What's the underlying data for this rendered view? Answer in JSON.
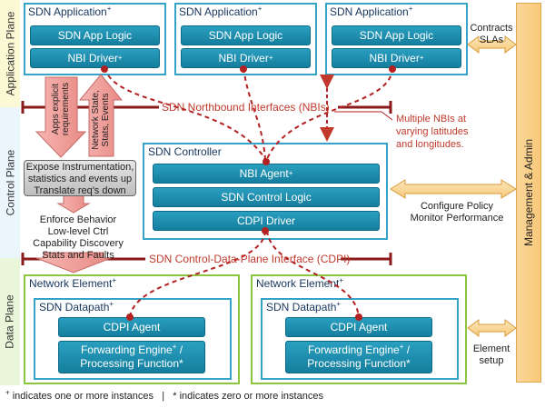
{
  "planes": {
    "application": "Application Plane",
    "control": "Control Plane",
    "data": "Data Plane"
  },
  "apps": [
    {
      "title": "SDN Application",
      "logic": "SDN App Logic",
      "driver": "NBI Driver"
    },
    {
      "title": "SDN Application",
      "logic": "SDN App Logic",
      "driver": "NBI Driver"
    },
    {
      "title": "SDN Application",
      "logic": "SDN App Logic",
      "driver": "NBI Driver"
    }
  ],
  "nbi_label": "SDN Northbound Interfaces (NBIs)",
  "nbi_note": [
    "Multiple NBIs at",
    "varying latitudes",
    "and longitudes."
  ],
  "arrows": {
    "left_down": [
      "Apps explicit",
      "requirements"
    ],
    "left_up": [
      "Network State,",
      "Stats, Events"
    ]
  },
  "controller": {
    "title": "SDN Controller",
    "agent": "NBI Agent",
    "logic": "SDN Control Logic",
    "driver": "CDPI Driver"
  },
  "expose_box": [
    "Expose Instrumentation,",
    "statistics and events up",
    "Translate req's down"
  ],
  "enforce_lines": [
    "Enforce Behavior",
    "Low-level Ctrl",
    "Capability Discovery",
    "Stats and Faults"
  ],
  "cdpi_label": "SDN Control-Data-Plane Interface (CDPI)",
  "network_elements": [
    {
      "title": "Network Element",
      "datapath": "SDN Datapath",
      "agent": "CDPI Agent",
      "engine": [
        "Forwarding Engine",
        "/",
        "Processing Function",
        "*"
      ]
    },
    {
      "title": "Network Element",
      "datapath": "SDN Datapath",
      "agent": "CDPI Agent",
      "engine": [
        "Forwarding Engine",
        "/",
        "Processing Function",
        "*"
      ]
    }
  ],
  "management": "Management & Admin",
  "right_labels": {
    "contracts": [
      "Contracts",
      "SLAs"
    ],
    "policy": [
      "Configure Policy",
      "Monitor Performance"
    ],
    "element": [
      "Element",
      "setup"
    ]
  },
  "sup_plus": "+",
  "footer": {
    "one_or_more": "indicates one or more instances",
    "separator": "|",
    "zero_or_more": "indicates zero or more instances",
    "star": "*"
  },
  "colors": {
    "app_band": "#fbf8d4",
    "control_band": "#eaf6fb",
    "data_band": "#e9f6d9",
    "teal": "#1b8fb1",
    "red": "#c0392b"
  }
}
